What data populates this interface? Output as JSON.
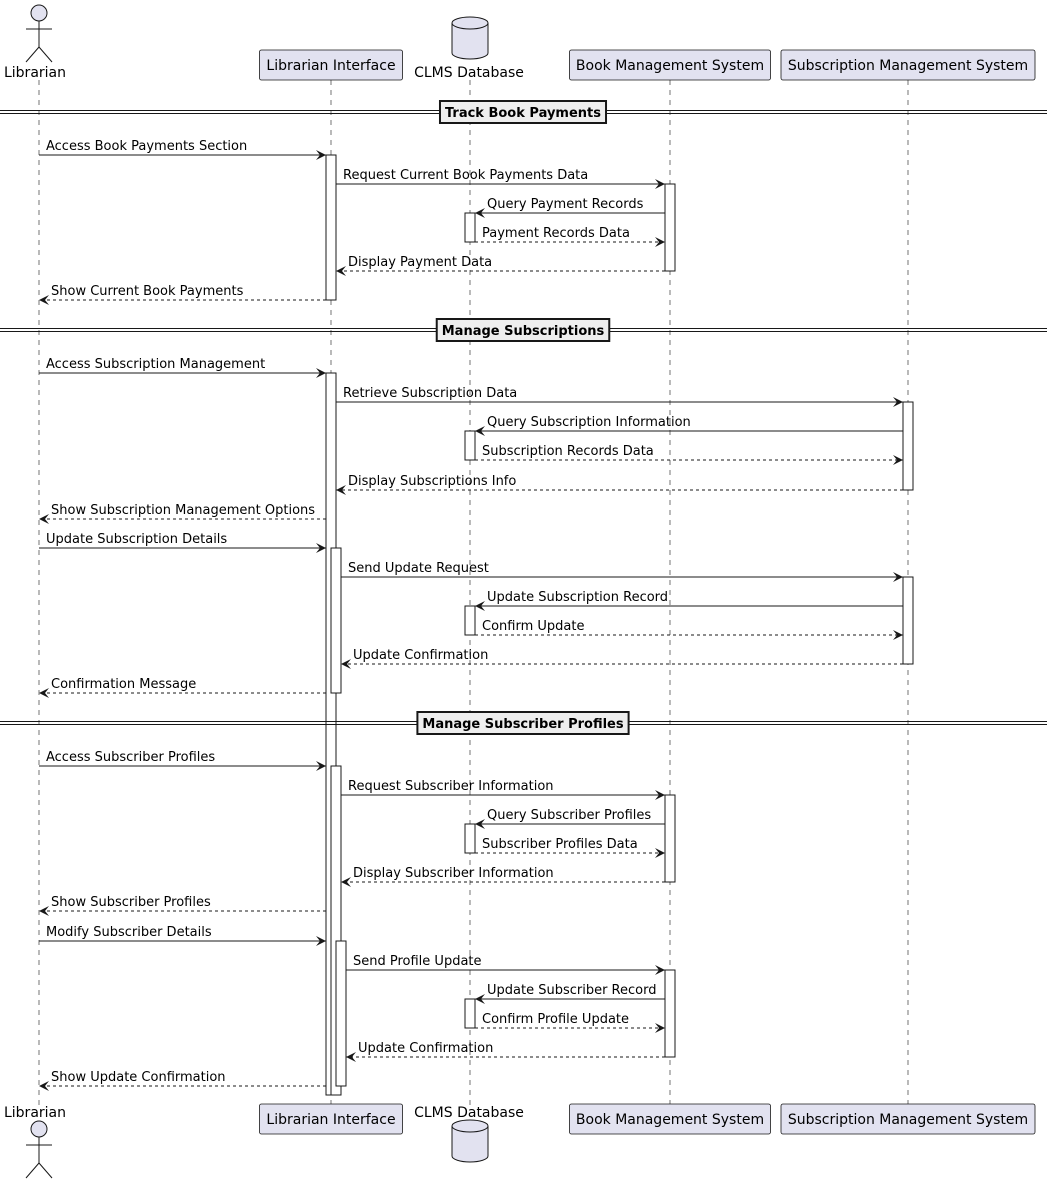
{
  "participants": [
    {
      "id": "librarian",
      "label": "Librarian",
      "kind": "actor"
    },
    {
      "id": "ui",
      "label": "Librarian Interface",
      "kind": "box"
    },
    {
      "id": "db",
      "label": "CLMS Database",
      "kind": "database"
    },
    {
      "id": "bms",
      "label": "Book Management System",
      "kind": "box"
    },
    {
      "id": "sms",
      "label": "Subscription Management System",
      "kind": "box"
    }
  ],
  "sections": [
    {
      "title": "Track Book Payments",
      "messages": [
        {
          "from": "librarian",
          "to": "ui",
          "label": "Access Book Payments Section",
          "dashed": false
        },
        {
          "from": "ui",
          "to": "bms",
          "label": "Request Current Book Payments Data",
          "dashed": false
        },
        {
          "from": "bms",
          "to": "db",
          "label": "Query Payment Records",
          "dashed": false
        },
        {
          "from": "db",
          "to": "bms",
          "label": "Payment Records Data",
          "dashed": true
        },
        {
          "from": "bms",
          "to": "ui",
          "label": "Display Payment Data",
          "dashed": true
        },
        {
          "from": "ui",
          "to": "librarian",
          "label": "Show Current Book Payments",
          "dashed": true
        }
      ]
    },
    {
      "title": "Manage Subscriptions",
      "messages": [
        {
          "from": "librarian",
          "to": "ui",
          "label": "Access Subscription Management",
          "dashed": false
        },
        {
          "from": "ui",
          "to": "sms",
          "label": "Retrieve Subscription Data",
          "dashed": false
        },
        {
          "from": "sms",
          "to": "db",
          "label": "Query Subscription Information",
          "dashed": false
        },
        {
          "from": "db",
          "to": "sms",
          "label": "Subscription Records Data",
          "dashed": true
        },
        {
          "from": "sms",
          "to": "ui",
          "label": "Display Subscriptions Info",
          "dashed": true
        },
        {
          "from": "ui",
          "to": "librarian",
          "label": "Show Subscription Management Options",
          "dashed": true
        },
        {
          "from": "librarian",
          "to": "ui",
          "label": "Update Subscription Details",
          "dashed": false
        },
        {
          "from": "ui",
          "to": "sms",
          "label": "Send Update Request",
          "dashed": false
        },
        {
          "from": "sms",
          "to": "db",
          "label": "Update Subscription Record",
          "dashed": false
        },
        {
          "from": "db",
          "to": "sms",
          "label": "Confirm Update",
          "dashed": true
        },
        {
          "from": "sms",
          "to": "ui",
          "label": "Update Confirmation",
          "dashed": true
        },
        {
          "from": "ui",
          "to": "librarian",
          "label": "Confirmation Message",
          "dashed": true
        }
      ]
    },
    {
      "title": "Manage Subscriber Profiles",
      "messages": [
        {
          "from": "librarian",
          "to": "ui",
          "label": "Access Subscriber Profiles",
          "dashed": false
        },
        {
          "from": "ui",
          "to": "bms",
          "label": "Request Subscriber Information",
          "dashed": false
        },
        {
          "from": "bms",
          "to": "db",
          "label": "Query Subscriber Profiles",
          "dashed": false
        },
        {
          "from": "db",
          "to": "bms",
          "label": "Subscriber Profiles Data",
          "dashed": true
        },
        {
          "from": "bms",
          "to": "ui",
          "label": "Display Subscriber Information",
          "dashed": true
        },
        {
          "from": "ui",
          "to": "librarian",
          "label": "Show Subscriber Profiles",
          "dashed": true
        },
        {
          "from": "librarian",
          "to": "ui",
          "label": "Modify Subscriber Details",
          "dashed": false
        },
        {
          "from": "ui",
          "to": "bms",
          "label": "Send Profile Update",
          "dashed": false
        },
        {
          "from": "bms",
          "to": "db",
          "label": "Update Subscriber Record",
          "dashed": false
        },
        {
          "from": "db",
          "to": "bms",
          "label": "Confirm Profile Update",
          "dashed": true
        },
        {
          "from": "bms",
          "to": "ui",
          "label": "Update Confirmation",
          "dashed": true
        },
        {
          "from": "ui",
          "to": "librarian",
          "label": "Show Update Confirmation",
          "dashed": true
        }
      ]
    }
  ],
  "colors": {
    "participant_fill": "#e2e2f0",
    "participant_border": "#181818",
    "line": "#181818",
    "divider_fill": "#eeeeee",
    "background": "#ffffff"
  }
}
